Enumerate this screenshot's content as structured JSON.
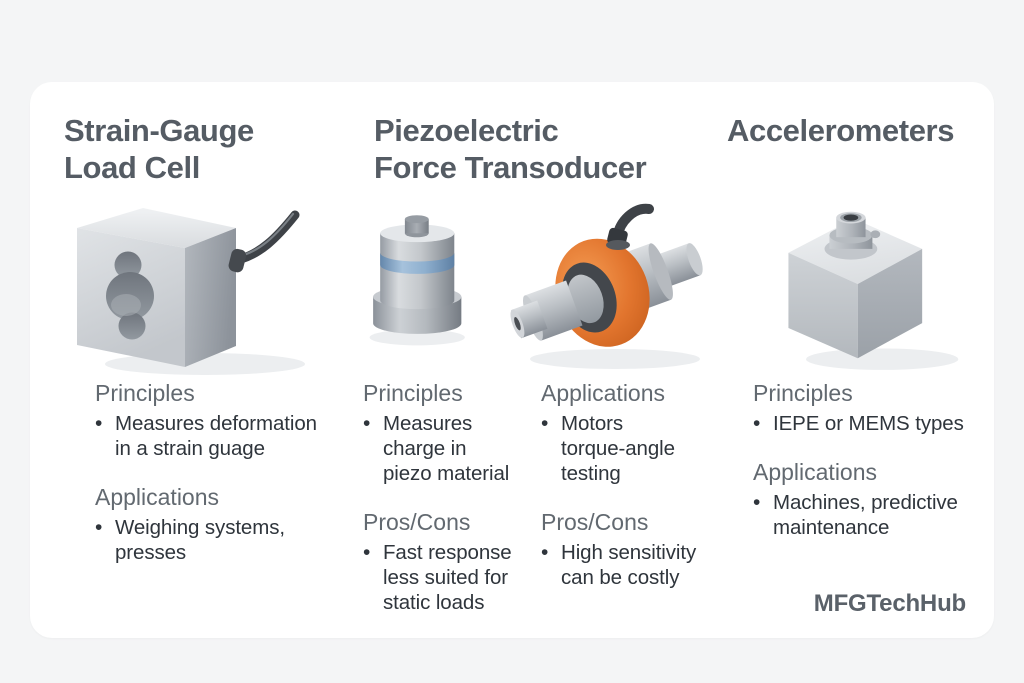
{
  "brand": "MFGTechHub",
  "glyphs": {
    "bullet": "•"
  },
  "colors": {
    "page_bg": "#f4f5f6",
    "card_bg": "#ffffff",
    "title_text": "#555c64",
    "heading_text": "#626970",
    "body_text": "#2f353c",
    "brand_text": "#5a6169",
    "accent_orange": "#e2752e",
    "band_blue": "#7fa5c7",
    "metal_gray": "#aeb3ba",
    "cable_black": "#3e4247"
  },
  "columns": [
    {
      "title": "Strain-Gauge\nLoad Cell",
      "illustration": "strain-gauge-load-cell-illustration",
      "sections": [
        {
          "heading": "Principles",
          "bullet": "Measures deformation\nin a strain guage"
        },
        {
          "heading": "Applications",
          "bullet": "Weighing systems,\npresses"
        }
      ]
    },
    {
      "title": "Piezoelectric\nForce Transoducer",
      "illustrations": [
        "piezo-cylinder-illustration",
        "torque-sensor-illustration"
      ],
      "subcolumns": [
        {
          "sections": [
            {
              "heading": "Principles",
              "bullet": "Measures\ncharge in\npiezo material"
            },
            {
              "heading": "Pros/Cons",
              "bullet": "Fast response\nless suited for\nstatic loads"
            }
          ]
        },
        {
          "sections": [
            {
              "heading": "Applications",
              "bullet": "Motors\ntorque-angle\ntesting"
            },
            {
              "heading": "Pros/Cons",
              "bullet": "High sensitivity\ncan be costly"
            }
          ]
        }
      ]
    },
    {
      "title": "Accelerometers",
      "illustration": "accelerometer-illustration",
      "sections": [
        {
          "heading": "Principles",
          "bullet": "IEPE or MEMS types"
        },
        {
          "heading": "Applications",
          "bullet": "Machines, predictive\nmaintenance"
        }
      ]
    }
  ]
}
